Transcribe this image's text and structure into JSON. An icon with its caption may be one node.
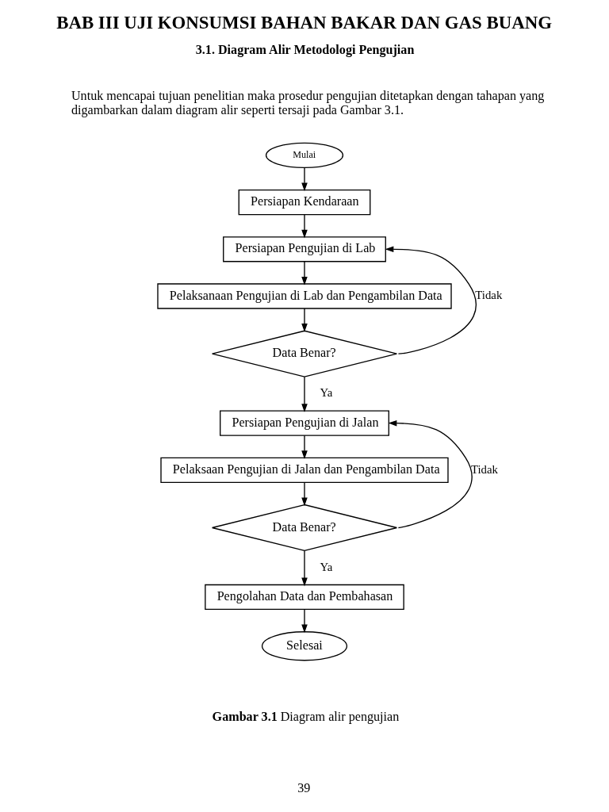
{
  "diagram": {
    "title": "BAB III UJI KONSUMSI BAHAN BAKAR DAN GAS BUANG",
    "caption": "**Gambar 3.1** Diagram alir pengujian",
    "nodes": [
      {
        "text": [
          "Mulai"
        ]
      },
      {
        "text": [
          "Persiapan Kendaraan"
        ]
      },
      {
        "text": [
          "Persiapan Pengujian di Lab"
        ]
      },
      {
        "text": [
          "Pelaksanaan Pengujian di Lab dan Pengambilan Data"
        ]
      },
      {
        "text": [
          "Data Benar?"
        ]
      },
      {
        "text": [
          "Persiapan Pengujian di Jalan"
        ]
      },
      {
        "text": [
          "Pelaksaan Pengujian di Jalan dan Pengambilan Data"
        ]
      },
      {
        "text": [
          "Data Benar?"
        ]
      },
      {
        "text": [
          "Pengolahan Data dan Pembahasan"
        ]
      },
      {
        "text": [
          "Selesai"
        ]
      }
    ],
    "edges": [
      {
        "from": 0,
        "to": 1,
        "arrow": "to"
      },
      {
        "from": 1,
        "to": 2,
        "arrow": "to"
      },
      {
        "from": 2,
        "to": 3,
        "arrow": "to"
      },
      {
        "from": 3,
        "to": 4,
        "arrow": "to"
      },
      {
        "from": 4,
        "to": 2,
        "arrow": "to",
        "label": "Tidak"
      },
      {
        "from": 4,
        "to": 5,
        "arrow": "to",
        "label": "Ya"
      },
      {
        "from": 5,
        "to": 6,
        "arrow": "to"
      },
      {
        "from": 6,
        "to": 7,
        "arrow": "to"
      },
      {
        "from": 7,
        "to": 5,
        "arrow": "to",
        "label": "Tidak"
      },
      {
        "from": 7,
        "to": 8,
        "arrow": "to",
        "label": "Ya"
      },
      {
        "from": 8,
        "to": 9,
        "arrow": "to"
      }
    ],
    "labels": [
      "3.1. Diagram Alir Metodologi Pengujian",
      "Untuk mencapai tujuan penelitian maka prosedur pengujian ditetapkan dengan tahapan yang digambarkan dalam diagram alir seperti tersaji pada Gambar 3.1.",
      "39"
    ]
  }
}
